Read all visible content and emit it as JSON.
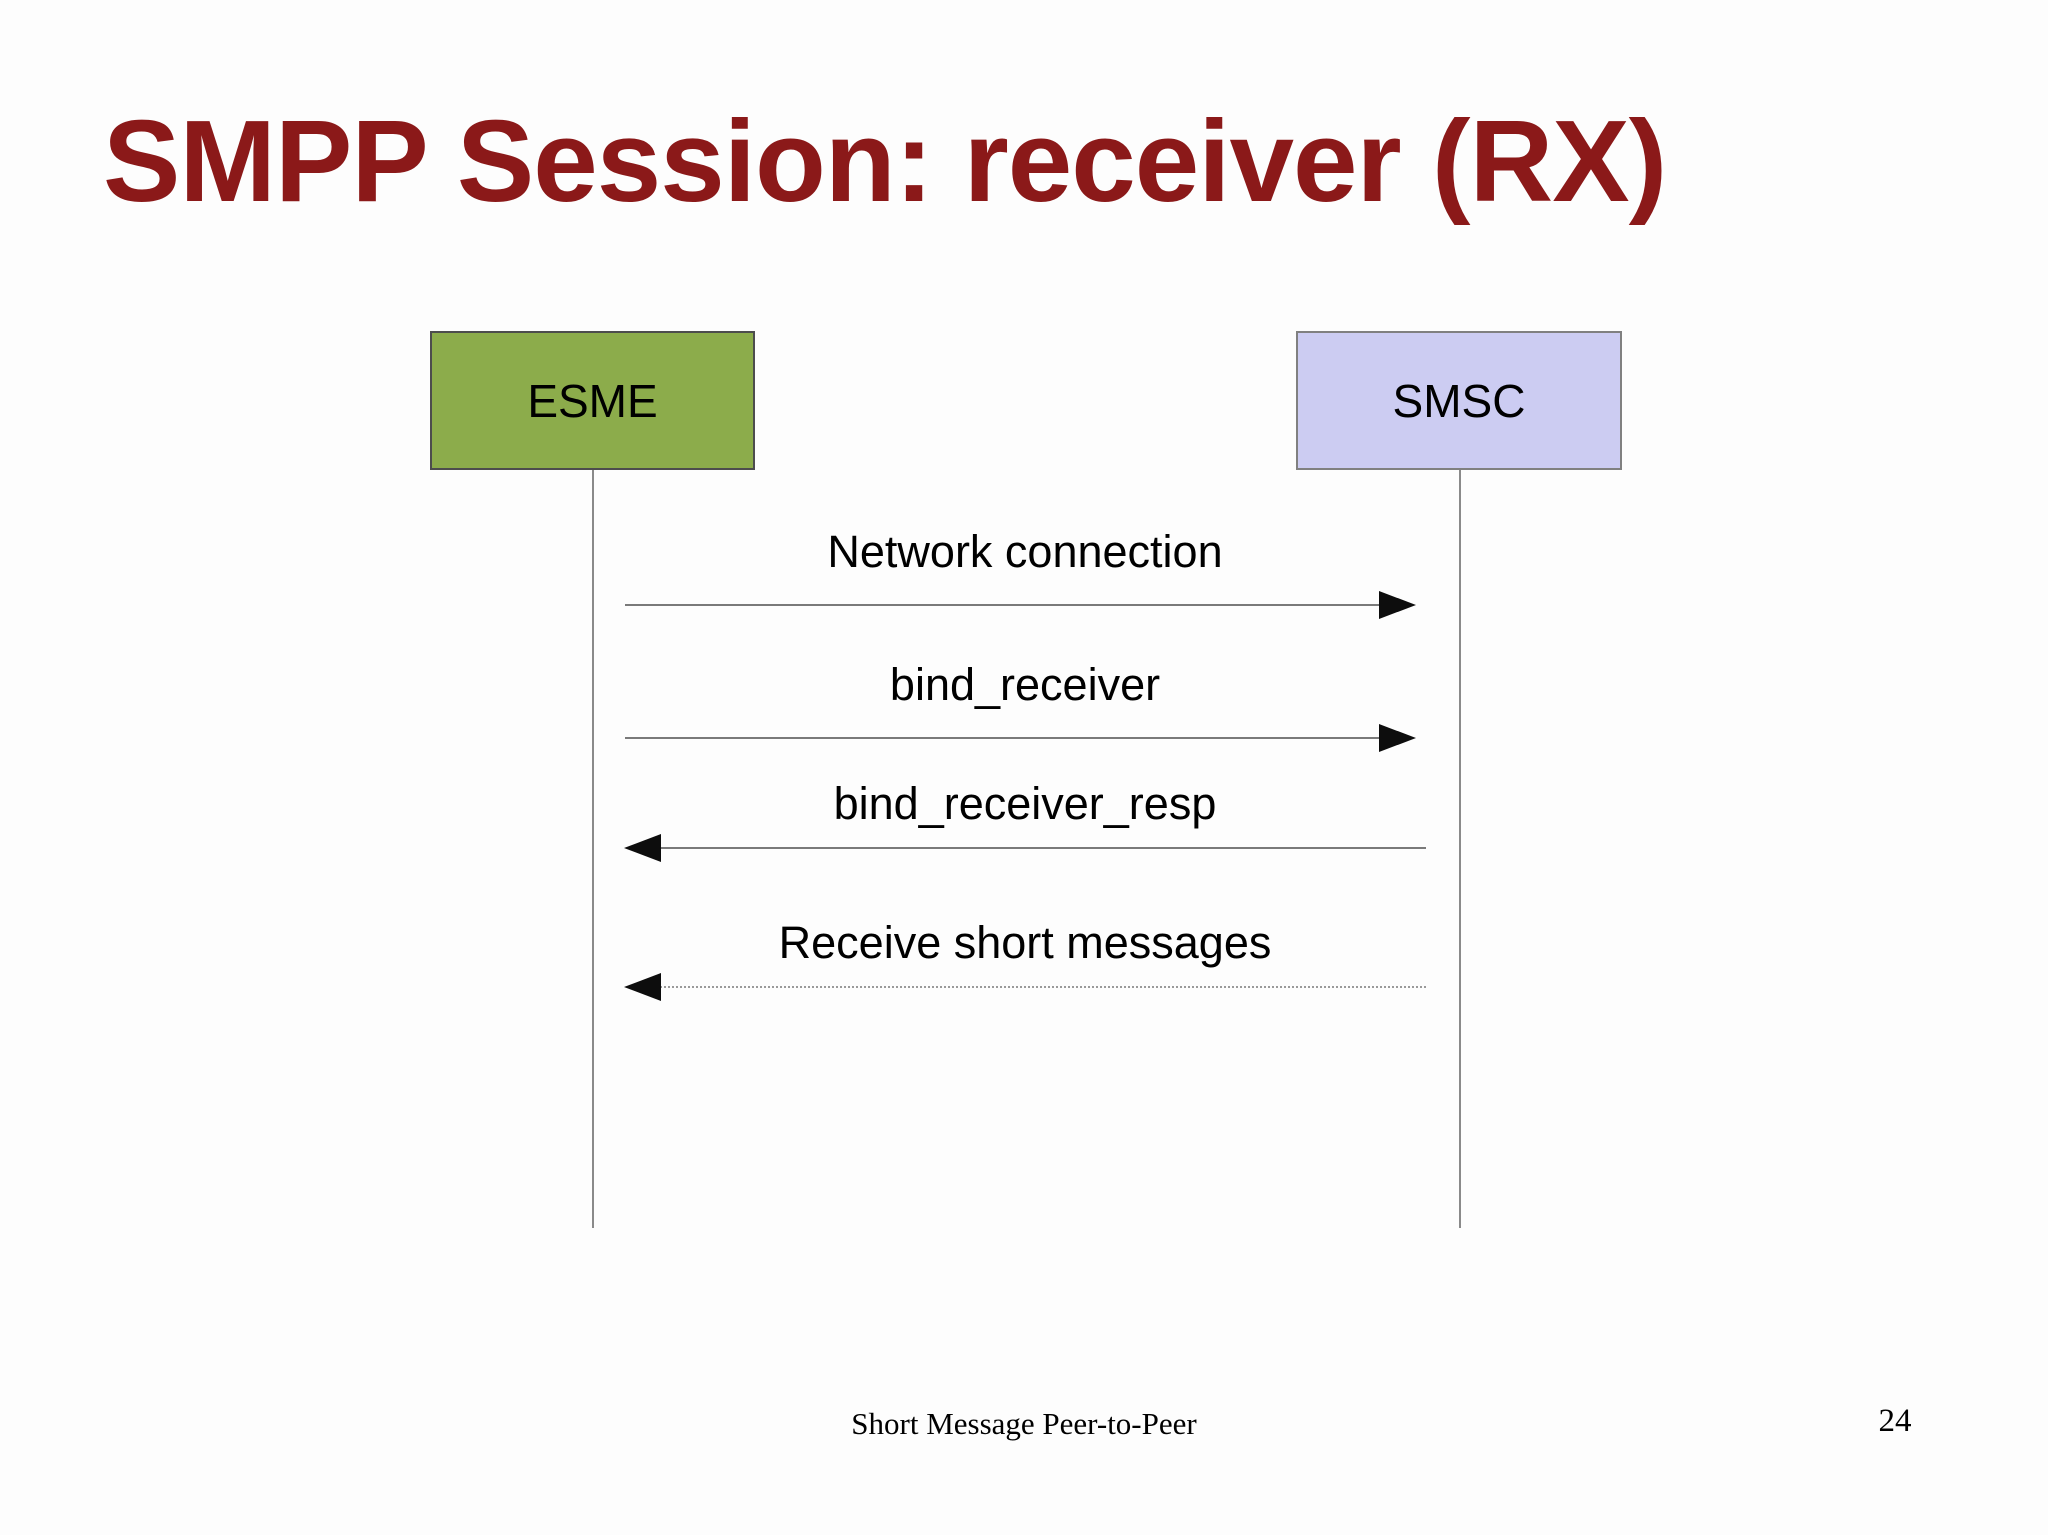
{
  "slide": {
    "title": "SMPP Session: receiver (RX)",
    "title_color": "#8B1919",
    "footer_text": "Short Message Peer-to-Peer",
    "page_number": "24"
  },
  "diagram": {
    "actors": [
      {
        "label": "ESME",
        "fill": "#8CAC4B",
        "border": "#4D4D4D"
      },
      {
        "label": "SMSC",
        "fill": "#CCCCF2",
        "border": "#808080"
      }
    ],
    "messages": [
      {
        "label": "Network connection",
        "direction": "right",
        "line": "solid"
      },
      {
        "label": "bind_receiver",
        "direction": "right",
        "line": "solid"
      },
      {
        "label": "bind_receiver_resp",
        "direction": "left",
        "line": "solid"
      },
      {
        "label": "Receive short messages",
        "direction": "left",
        "line": "dashed"
      }
    ]
  }
}
